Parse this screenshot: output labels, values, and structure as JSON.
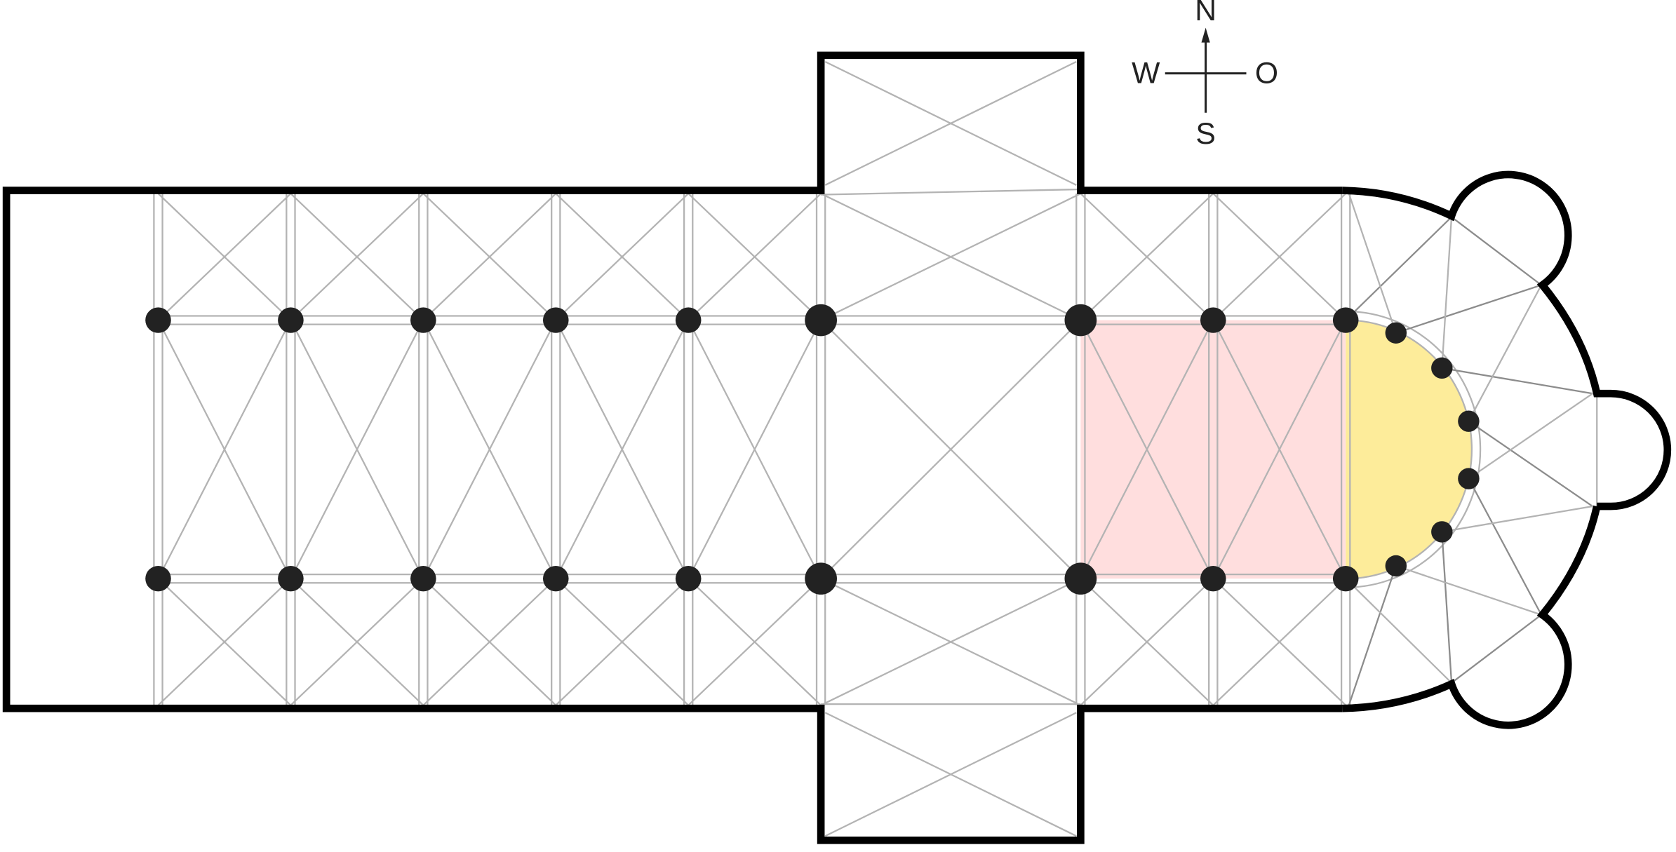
{
  "compass": {
    "north": "N",
    "west": "W",
    "east": "O",
    "south": "S"
  },
  "colors": {
    "wall": "#000000",
    "rib": "#b3b3b3",
    "rib_dark": "#8c8c8c",
    "pier": "#222222",
    "choir_highlight": "#ffdede",
    "apse_highlight": "#fdec9a"
  },
  "icons": {
    "compass": "compass-rose-icon",
    "pier": "pier-dot"
  }
}
